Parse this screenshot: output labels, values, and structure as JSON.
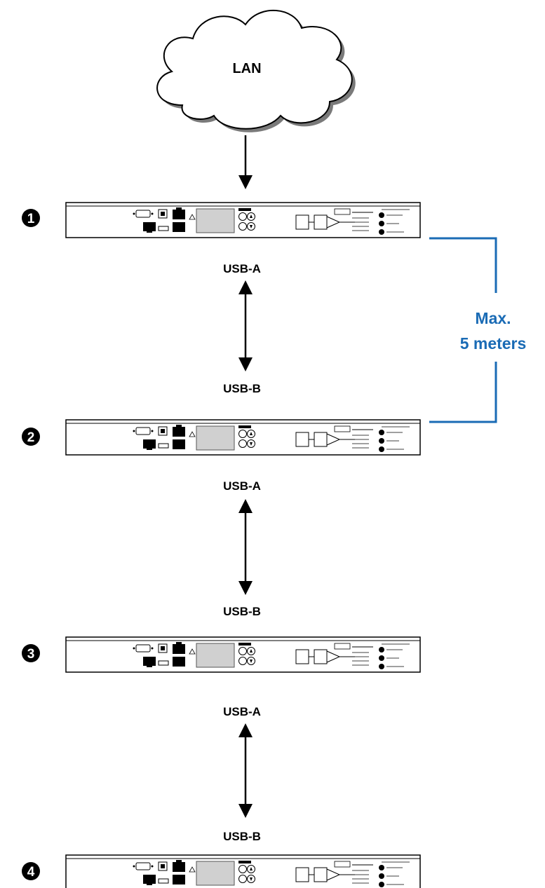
{
  "cloud": {
    "label": "LAN"
  },
  "devices": [
    {
      "marker": "1"
    },
    {
      "marker": "2"
    },
    {
      "marker": "3"
    },
    {
      "marker": "4"
    }
  ],
  "links": [
    {
      "top_label": "USB-A",
      "bottom_label": "USB-B"
    },
    {
      "top_label": "USB-A",
      "bottom_label": "USB-B"
    },
    {
      "top_label": "USB-A",
      "bottom_label": "USB-B"
    }
  ],
  "distance": {
    "line1": "Max.",
    "line2": "5 meters",
    "color": "#1a6bb5"
  }
}
